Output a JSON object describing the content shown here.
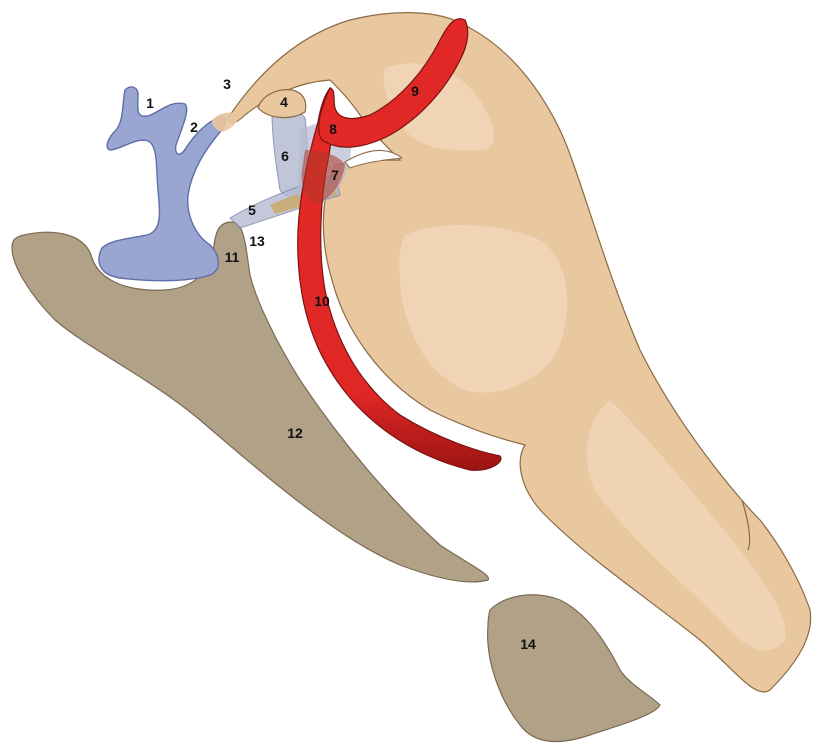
{
  "colors": {
    "tan": "#e9c79f",
    "tan_light": "#f1d6b8",
    "tan_stroke": "#8a6a45",
    "bone": "#b0a187",
    "bone_stroke": "#7a6a55",
    "blue": "#9aa6d2",
    "blue_stroke": "#5f6da8",
    "red": "#e12a28",
    "red_dark": "#8e1010",
    "gray_blue": "#b7bbd2",
    "gold": "#c9a862"
  },
  "labels": {
    "l1": "1",
    "l2": "2",
    "l3": "3",
    "l4": "4",
    "l5": "5",
    "l6": "6",
    "l7": "7",
    "l8": "8",
    "l9": "9",
    "l10": "10",
    "l11": "11",
    "l12": "12",
    "l13": "13",
    "l14": "14"
  }
}
